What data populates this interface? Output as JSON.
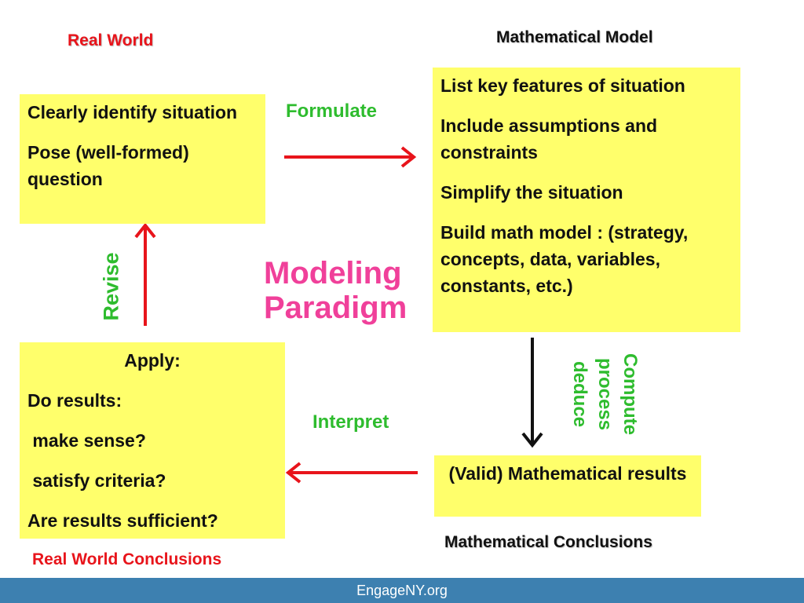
{
  "headers": {
    "real_world": "Real World",
    "mathematical_model": "Mathematical Model"
  },
  "boxes": {
    "identify": [
      "Clearly identify situation",
      "Pose (well-formed) question"
    ],
    "features": [
      "List key features of situation",
      "Include assumptions and constraints",
      "Simplify the situation",
      "Build  math  model : (strategy, concepts, data, variables, constants, etc.)"
    ],
    "apply": {
      "title": "Apply:",
      "lines": [
        "Do results:",
        " make sense?",
        " satisfy criteria?",
        "Are results sufficient?"
      ]
    },
    "results": "(Valid) Mathematical results"
  },
  "labels": {
    "formulate": "Formulate",
    "interpret": "Interpret",
    "revise": "Revise",
    "compute": [
      "Compute",
      "process",
      "deduce"
    ],
    "paradigm": [
      "Modeling",
      "Paradigm"
    ]
  },
  "footers": {
    "real_world_conclusions": "Real World Conclusions",
    "mathematical_conclusions": "Mathematical Conclusions",
    "site": "EngageNY.org"
  },
  "colors": {
    "box_fill": "#ffff6b",
    "red": "#e8141b",
    "green": "#2ebc2e",
    "pink": "#f0409a",
    "bar": "#3d80b0"
  }
}
